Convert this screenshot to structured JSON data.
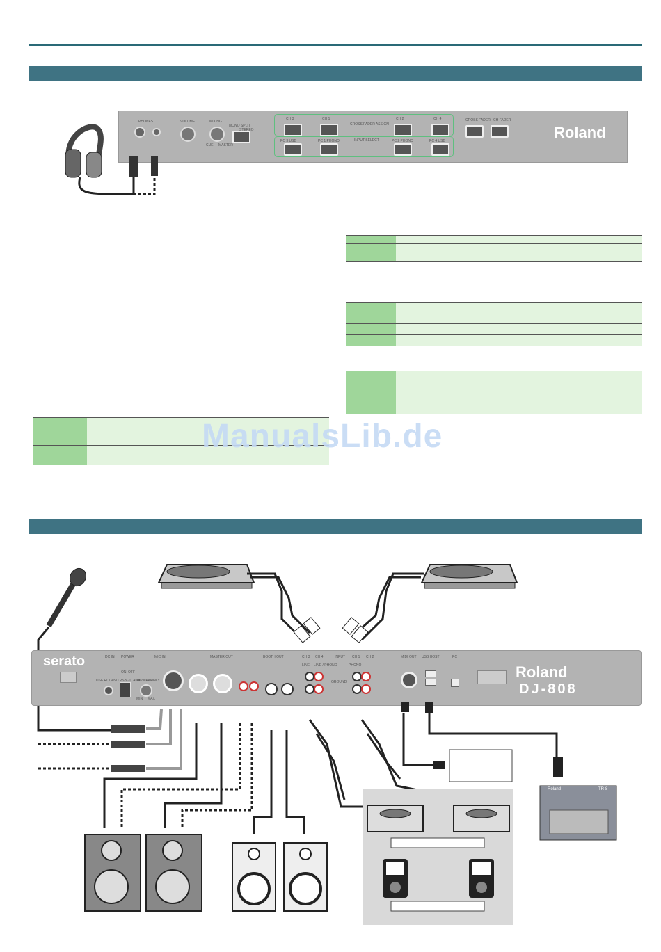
{
  "brand": {
    "roland": "Roland",
    "model": "DJ-808",
    "serato": "serato"
  },
  "watermark": "ManualsLib.de",
  "front_panel": {
    "labels": {
      "phones": "PHONES",
      "volume": "VOLUME",
      "mixing": "MIXING",
      "cue": "CUE",
      "master": "MASTER",
      "mono_split": "MONO SPLIT",
      "stereo": "STEREO",
      "ch3": "CH 3",
      "ch1": "CH 1",
      "ch2": "CH 2",
      "ch4": "CH 4",
      "cross_fader_assign": "CROSS FADER ASSIGN",
      "input_select": "INPUT SELECT",
      "cross_fader": "CROSS FADER",
      "ch_fader": "CH FADER",
      "pc_3_usb": "PC 3 USB",
      "pc_1_phono": "PC 1 PHONO",
      "pc_2_phono": "PC 2 PHONO",
      "pc_4_usb": "PC 4 USB"
    }
  },
  "rear_panel": {
    "labels": {
      "dc_in": "DC IN",
      "power": "POWER",
      "mic_in": "MIC IN",
      "master_out": "MASTER OUT",
      "booth_out": "BOOTH OUT",
      "ch3": "CH 3",
      "ch4": "CH 4",
      "input": "INPUT",
      "ch1": "CH 1",
      "ch2": "CH 2",
      "midi_out": "MIDI OUT",
      "usb_host": "USB HOST",
      "pc": "PC",
      "mic_level": "MIC LEVEL",
      "min": "MIN",
      "max": "MAX",
      "use_roland": "USE ROLAND PSB-7U ADAPTOR ONLY",
      "on": "ON",
      "off": "OFF",
      "line": "LINE",
      "phono": "PHONO",
      "line_phono": "LINE / PHONO",
      "ground": "GROUND"
    }
  },
  "device": {
    "tr": "TR-8",
    "tr_brand": "Roland"
  },
  "colors": {
    "section_bar": "#3f7383",
    "table_key": "#9fd69a",
    "table_value": "#e3f4df",
    "highlight": "#5fbf7f"
  }
}
